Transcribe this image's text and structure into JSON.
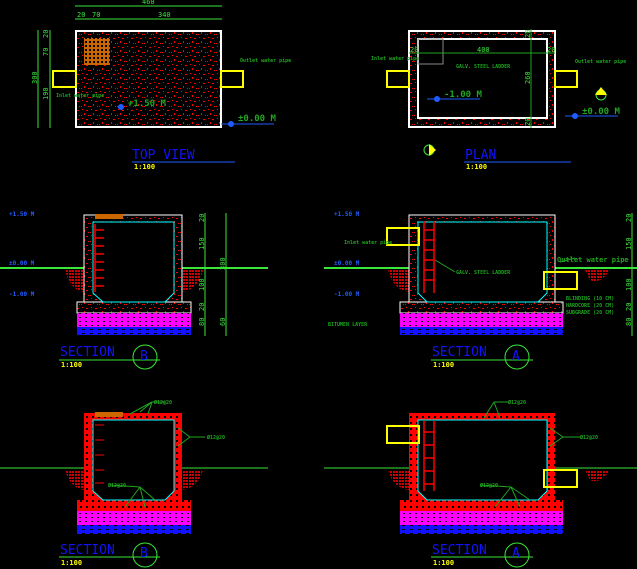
{
  "colors": {
    "background": "#000000",
    "concrete": "#ff0000",
    "wall_outline": "#ffffff",
    "dimension": "#39e639",
    "title": "#1212ff",
    "scale": "#ffff00",
    "pipe": "#ffff00",
    "blinding": "#ff00ff",
    "base": "#1212ff",
    "cover": "#cc6600",
    "lining": "#00ffff"
  },
  "top_view": {
    "title": "TOP VIEW",
    "scale": "1:100",
    "elevation_top": "+1.50 M",
    "elevation_ground": "±0.00 M",
    "inlet": "Inlet water pipe",
    "outlet": "Outlet water pipe",
    "dims": {
      "overall_width": "460",
      "d1": "20",
      "d2": "70",
      "d3": "340",
      "overall_height": "300",
      "v1": "20",
      "v2": "70",
      "v3": "190"
    }
  },
  "plan": {
    "title": "PLAN",
    "scale": "1:100",
    "elevation_floor": "-1.00 M",
    "elevation_ground": "±0.00 M",
    "ladder": "GALV. STEEL LADDER",
    "inlet": "Inlet water pipe",
    "outlet": "Outlet water pipe",
    "dims": {
      "inner_width": "400",
      "inner_height": "260",
      "wall_l": "20",
      "wall_r": "20",
      "wall_t": "20",
      "wall_b": "20"
    }
  },
  "section_b_1": {
    "title": "SECTION",
    "marker": "B",
    "scale": "1:100",
    "levels": [
      "+1.50 M",
      "±0.00 M",
      "-1.00 M"
    ],
    "dims": {
      "d1": "20",
      "d2": "150",
      "d3": "100",
      "d4": "20",
      "d5": "80",
      "total": "300",
      "foot": "60"
    }
  },
  "section_a_1": {
    "title": "SECTION",
    "marker": "A",
    "scale": "1:100",
    "levels": [
      "+1.50 M",
      "±0.00 M",
      "-1.00 M"
    ],
    "inlet": "Inlet water pipe",
    "outlet": "Outlet water pipe",
    "ladder": "GALV. STEEL LADDER",
    "bitumen": "BITUMEN LAYER",
    "layers": [
      "BLINDING (10 CM)",
      "HARDCORE (20 CM)",
      "SUBGRADE (20 CM)"
    ],
    "dims": {
      "d1": "20",
      "d2": "150",
      "d3": "100",
      "d4": "20",
      "d5": "80"
    }
  },
  "section_b_2": {
    "title": "SECTION",
    "marker": "B",
    "scale": "1:100",
    "rebar_top": "Ø12@20",
    "rebar_wall": "Ø12@20",
    "rebar_bottom": "Ø12@20"
  },
  "section_a_2": {
    "title": "SECTION",
    "marker": "A",
    "scale": "1:100",
    "rebar_top": "Ø12@20",
    "rebar_wall": "Ø12@20",
    "rebar_bottom": "Ø12@20"
  }
}
